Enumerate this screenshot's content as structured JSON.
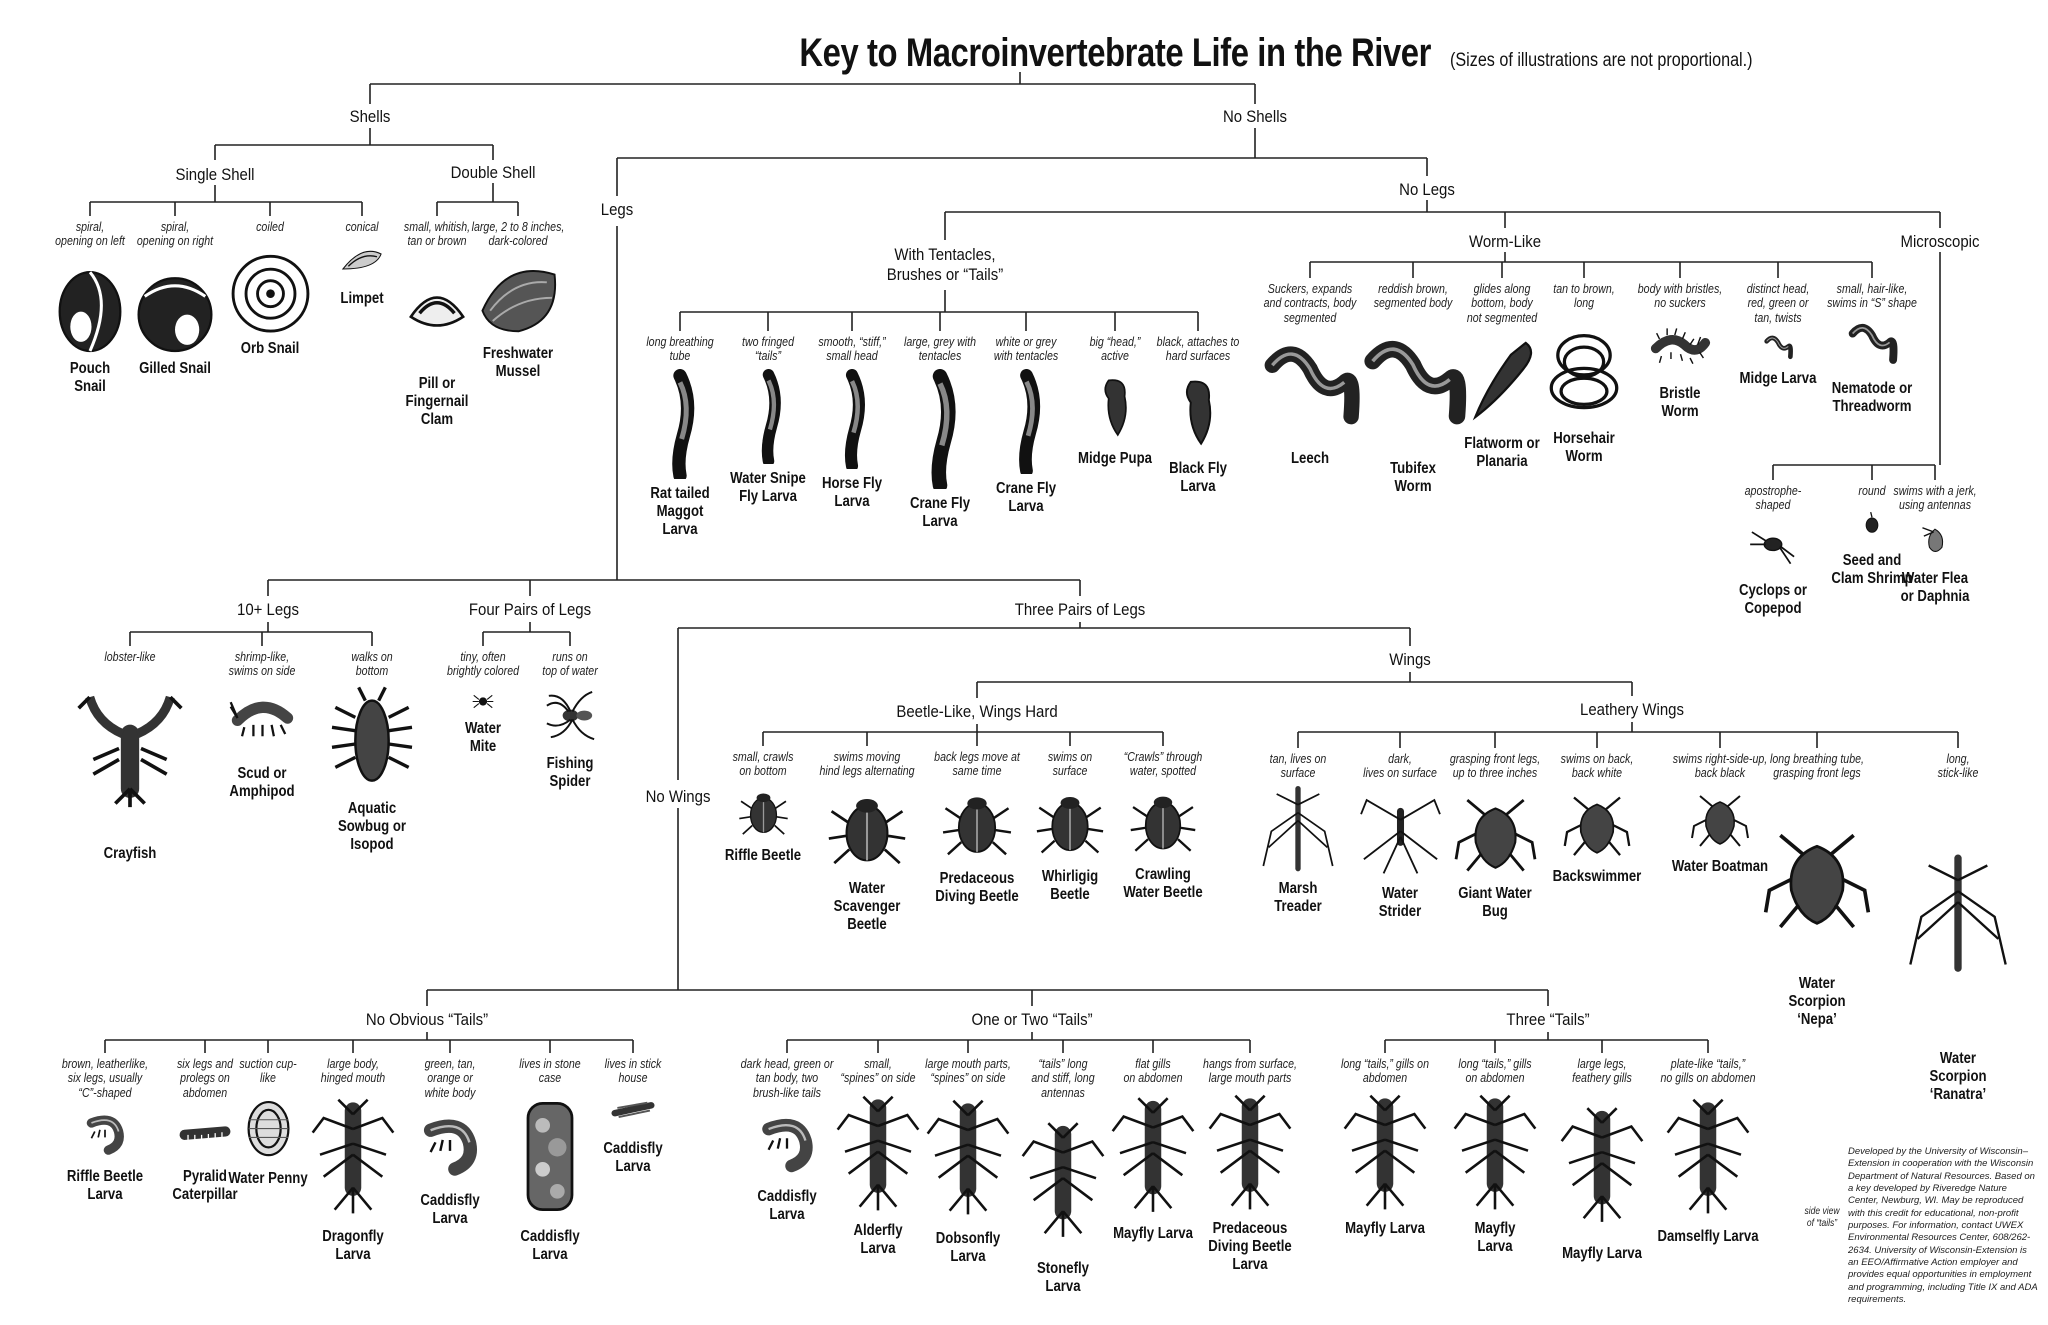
{
  "title": "Key to Macroinvertebrate Life in the River",
  "subtitle": "(Sizes of illustrations are not proportional.)",
  "headers": {
    "shells": "Shells",
    "no_shells": "No Shells",
    "single_shell": "Single Shell",
    "double_shell": "Double Shell",
    "legs": "Legs",
    "no_legs": "No Legs",
    "tentacles": "With Tentacles,\nBrushes or “Tails”",
    "worm_like": "Worm-Like",
    "microscopic": "Microscopic",
    "ten_legs": "10+ Legs",
    "four_pairs": "Four Pairs of Legs",
    "three_pairs": "Three Pairs of Legs",
    "wings": "Wings",
    "no_wings": "No Wings",
    "beetle_like": "Beetle-Like, Wings Hard",
    "leathery": "Leathery Wings",
    "no_tails": "No Obvious “Tails”",
    "one_two_tails": "One or Two “Tails”",
    "three_tails": "Three “Tails”"
  },
  "organisms": [
    {
      "desc": "spiral,\nopening on left",
      "name": "Pouch\nSnail",
      "icon": "snail-left-icon"
    },
    {
      "desc": "spiral,\nopening on right",
      "name": "Gilled Snail",
      "icon": "snail-right-icon"
    },
    {
      "desc": "coiled",
      "name": "Orb Snail",
      "icon": "orb-snail-icon"
    },
    {
      "desc": "conical",
      "name": "Limpet",
      "icon": "limpet-icon"
    },
    {
      "desc": "small, whitish,\ntan or brown",
      "name": "Pill or\nFingernail\nClam",
      "icon": "clam-icon"
    },
    {
      "desc": "large, 2 to 8 inches,\ndark-colored",
      "name": "Freshwater\nMussel",
      "icon": "mussel-icon"
    },
    {
      "desc": "long breathing\ntube",
      "name": "Rat tailed\nMaggot\nLarva",
      "icon": "larva-icon"
    },
    {
      "desc": "two fringed\n“tails”",
      "name": "Water Snipe\nFly Larva",
      "icon": "larva-icon"
    },
    {
      "desc": "smooth, “stiff,”\nsmall head",
      "name": "Horse Fly\nLarva",
      "icon": "larva-icon"
    },
    {
      "desc": "large, grey with\ntentacles",
      "name": "Crane Fly\nLarva",
      "icon": "larva-icon"
    },
    {
      "desc": "white or grey\nwith tentacles",
      "name": "Crane Fly\nLarva",
      "icon": "larva-icon"
    },
    {
      "desc": "big “head,”\nactive",
      "name": "Midge Pupa",
      "icon": "pupa-icon"
    },
    {
      "desc": "black, attaches to\nhard surfaces",
      "name": "Black Fly\nLarva",
      "icon": "pupa-icon"
    },
    {
      "desc": "Suckers, expands\nand contracts, body\nsegmented",
      "name": "Leech",
      "icon": "worm-icon"
    },
    {
      "desc": "reddish brown,\nsegmented body",
      "name": "Tubifex\nWorm",
      "icon": "worm-icon"
    },
    {
      "desc": "glides along\nbottom, body\nnot segmented",
      "name": "Flatworm or\nPlanaria",
      "icon": "flatworm-icon"
    },
    {
      "desc": "tan to brown,\nlong",
      "name": "Horsehair\nWorm",
      "icon": "coil-worm-icon"
    },
    {
      "desc": "body with bristles,\nno suckers",
      "name": "Bristle\nWorm",
      "icon": "bristle-worm-icon"
    },
    {
      "desc": "distinct head,\nred, green or\ntan, twists",
      "name": "Midge Larva",
      "icon": "worm-icon"
    },
    {
      "desc": "small, hair-like,\nswims in “S” shape",
      "name": "Nematode or\nThreadworm",
      "icon": "worm-icon"
    },
    {
      "desc": "apostrophe-\nshaped",
      "name": "Cyclops or\nCopepod",
      "icon": "copepod-icon"
    },
    {
      "desc": "round",
      "name": "Seed and\nClam Shrimp",
      "icon": "shrimp-icon"
    },
    {
      "desc": "swims with a jerk,\nusing antennas",
      "name": "Water Flea\nor Daphnia",
      "icon": "daphnia-icon"
    },
    {
      "desc": "lobster-like",
      "name": "Crayfish",
      "icon": "crayfish-icon"
    },
    {
      "desc": "shrimp-like,\nswims on side",
      "name": "Scud or\nAmphipod",
      "icon": "scud-icon"
    },
    {
      "desc": "walks on\nbottom",
      "name": "Aquatic\nSowbug or\nIsopod",
      "icon": "isopod-icon"
    },
    {
      "desc": "tiny, often\nbrightly colored",
      "name": "Water\nMite",
      "icon": "mite-icon"
    },
    {
      "desc": "runs on\ntop of water",
      "name": "Fishing\nSpider",
      "icon": "spider-icon"
    },
    {
      "desc": "small, crawls\non bottom",
      "name": "Riffle Beetle",
      "icon": "beetle-icon"
    },
    {
      "desc": "swims moving\nhind legs alternating",
      "name": "Water\nScavenger\nBeetle",
      "icon": "beetle-icon"
    },
    {
      "desc": "back legs move at\nsame time",
      "name": "Predaceous\nDiving Beetle",
      "icon": "beetle-icon"
    },
    {
      "desc": "swims on\nsurface",
      "name": "Whirligig\nBeetle",
      "icon": "beetle-icon"
    },
    {
      "desc": "“Crawls” through\nwater, spotted",
      "name": "Crawling\nWater Beetle",
      "icon": "beetle-icon"
    },
    {
      "desc": "tan, lives on\nsurface",
      "name": "Marsh\nTreader",
      "icon": "stick-bug-icon"
    },
    {
      "desc": "dark,\nlives on surface",
      "name": "Water\nStrider",
      "icon": "strider-icon"
    },
    {
      "desc": "grasping front legs,\nup to three inches",
      "name": "Giant Water\nBug",
      "icon": "bug-icon"
    },
    {
      "desc": "swims on back,\nback white",
      "name": "Backswimmer",
      "icon": "bug-icon"
    },
    {
      "desc": "swims right-side-up,\nback black",
      "name": "Water Boatman",
      "icon": "bug-icon"
    },
    {
      "desc": "long breathing tube,\ngrasping front legs",
      "name": "Water\nScorpion\n‘Nepa’",
      "icon": "bug-icon"
    },
    {
      "desc": "long,\nstick-like",
      "name": "Water\nScorpion\n‘Ranatra’",
      "icon": "stick-bug-icon"
    },
    {
      "desc": "brown, leatherlike,\nsix legs, usually\n“C”-shaped",
      "name": "Riffle Beetle\nLarva",
      "icon": "c-larva-icon"
    },
    {
      "desc": "six legs and\nprolegs on\nabdomen",
      "name": "Pyralid\nCaterpillar",
      "icon": "caterpillar-icon"
    },
    {
      "desc": "suction cup-\nlike",
      "name": "Water Penny",
      "icon": "penny-icon"
    },
    {
      "desc": "large body,\nhinged mouth",
      "name": "Dragonfly\nLarva",
      "icon": "nymph-icon"
    },
    {
      "desc": "green, tan,\norange or\nwhite body",
      "name": "Caddisfly\nLarva",
      "icon": "c-larva-icon"
    },
    {
      "desc": "lives in stone\ncase",
      "name": "Caddisfly\nLarva",
      "icon": "case-icon"
    },
    {
      "desc": "lives in stick\nhouse",
      "name": "Caddisfly\nLarva",
      "icon": "stick-case-icon"
    },
    {
      "desc": "dark head, green or\ntan body, two\nbrush-like tails",
      "name": "Caddisfly\nLarva",
      "icon": "c-larva-icon"
    },
    {
      "desc": "small,\n“spines” on side",
      "name": "Alderfly\nLarva",
      "icon": "nymph-icon"
    },
    {
      "desc": "large mouth parts,\n“spines” on side",
      "name": "Dobsonfly\nLarva",
      "icon": "nymph-icon"
    },
    {
      "desc": "“tails” long\nand stiff, long\nantennas",
      "name": "Stonefly\nLarva",
      "icon": "nymph-icon"
    },
    {
      "desc": "flat gills\non abdomen",
      "name": "Mayfly Larva",
      "icon": "nymph-icon"
    },
    {
      "desc": "hangs from surface,\nlarge mouth parts",
      "name": "Predaceous\nDiving Beetle\nLarva",
      "icon": "nymph-icon"
    },
    {
      "desc": "long “tails,” gills on\nabdomen",
      "name": "Mayfly Larva",
      "icon": "nymph-icon"
    },
    {
      "desc": "long “tails,” gills\non abdomen",
      "name": "Mayfly\nLarva",
      "icon": "nymph-icon"
    },
    {
      "desc": "large legs,\nfeathery gills",
      "name": "Mayfly Larva",
      "icon": "nymph-icon"
    },
    {
      "desc": "plate-like “tails,”\nno gills on abdomen",
      "name": "Damselfly Larva",
      "icon": "nymph-icon"
    }
  ],
  "side_view_note": "side view\nof “tails”",
  "credit": "Developed by the University of Wisconsin–Extension in cooperation with the Wisconsin Department of Natural Resources. Based on a key developed by Riveredge Nature Center, Newburg, WI. May be reproduced with this credit for educational, non-profit purposes. For information, contact UWEX Environmental Resources Center, 608/262-2634. University of Wisconsin-Extension is an EEO/Affirmative Action employer and provides equal opportunities in employment and programming, including Title IX and ADA requirements."
}
